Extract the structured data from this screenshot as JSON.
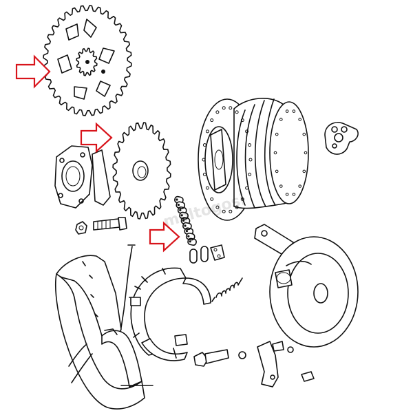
{
  "diagram": {
    "watermark": "moltogosi",
    "arrow_color": "#d8141b",
    "line_color": "#111111",
    "background": "#ffffff",
    "parts": [
      "large-rear-sprocket",
      "small-rear-sprocket",
      "sprocket-mounting-plate",
      "bolt-and-nut",
      "drive-chain",
      "chain-master-links",
      "brake-return-spring",
      "rear-wheel-hub",
      "hub-cam-plate",
      "brake-backing-plate",
      "brake-shoes",
      "chain-guard",
      "brake-cam-lever",
      "brake-cam-pin"
    ],
    "highlight_arrows": [
      "arrow-large-sprocket",
      "arrow-small-sprocket",
      "arrow-chain"
    ]
  }
}
